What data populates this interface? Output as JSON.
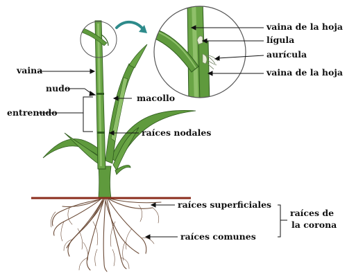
{
  "labels": {
    "vaina": "vaina",
    "nudo": "nudo",
    "entrenudo": "entrenudo",
    "macollo": "macollo",
    "raices_nodales": "raíces nodales",
    "vaina_de_la_hoja_top": "vaina de la hoja",
    "ligula": "lígula",
    "auricula": "aurícula",
    "vaina_de_la_hoja_bottom": "vaina de la hoja",
    "raices_superficiales": "raíces superficiales",
    "raices_comunes": "raíces comunes",
    "raices_de_la_corona_line1": "raíces de",
    "raices_de_la_corona_line2": "la corona"
  },
  "colors": {
    "leaf": "#5f9a3d",
    "leaf_dark": "#2f5b1e",
    "leaf_light": "#8fc06a",
    "soil_line": "#8b2c1c",
    "roots": "#6b4a36",
    "zoom_arrow": "#2e8b8b",
    "ink": "#111111"
  }
}
